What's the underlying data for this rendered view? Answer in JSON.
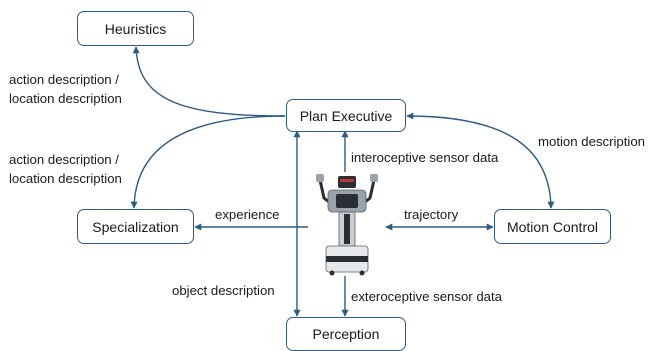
{
  "colors": {
    "arrow": "#2c5b83",
    "box_border": "#2f5f86",
    "text": "#1a1a1a",
    "robot_gray": "#9aa2aa",
    "robot_dark": "#2a2f36",
    "robot_red": "#b8372e"
  },
  "nodes": {
    "heuristics": "Heuristics",
    "plan_executive": "Plan Executive",
    "specialization": "Specialization",
    "motion_control": "Motion Control",
    "perception": "Perception"
  },
  "edge_labels": {
    "heuristics_link": "action description /\nlocation description",
    "specialization_link": "action description /\nlocation description",
    "motion_link": "motion description",
    "interoceptive": "interoceptive sensor data",
    "experience": "experience",
    "trajectory": "trajectory",
    "object_description": "object description",
    "exteroceptive": "exteroceptive sensor data"
  },
  "icons": {
    "robot": "pr2-robot-icon"
  }
}
